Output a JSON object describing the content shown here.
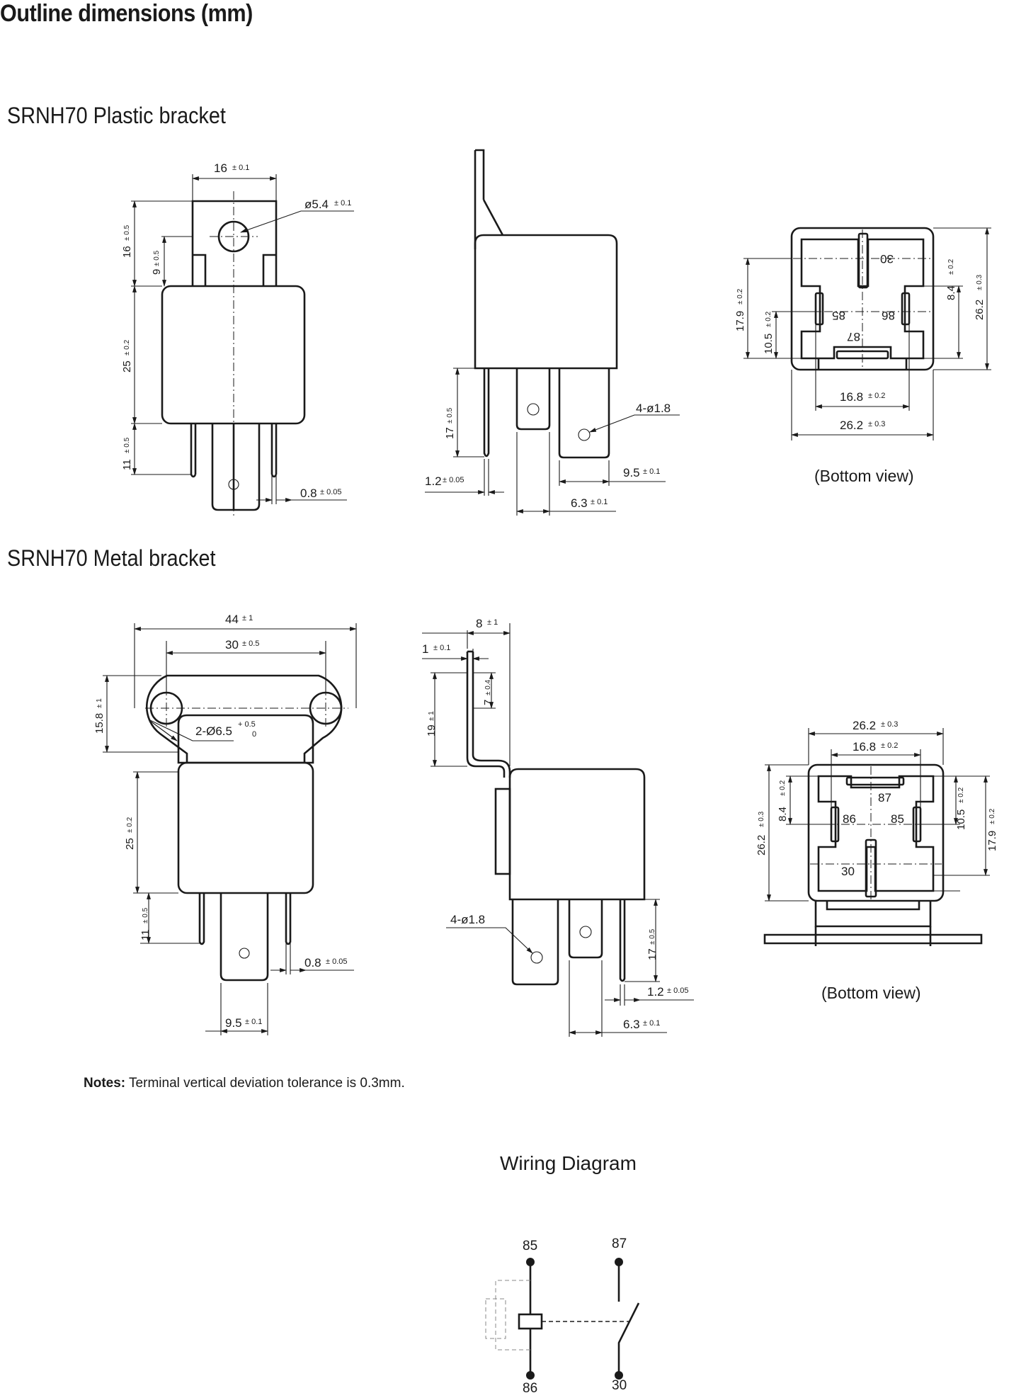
{
  "page_title": "Outline dimensions (mm)",
  "sections": {
    "plastic": {
      "title": "SRNH70 Plastic bracket",
      "dims": {
        "width_top": "16",
        "width_top_tol": "± 0.1",
        "hole_dia": "ø5.4",
        "hole_dia_tol": "± 0.1",
        "bracket_h": "16",
        "bracket_h_tol": "± 0.5",
        "hole_h": "9",
        "hole_h_tol": "± 0.5",
        "body_h": "25",
        "body_h_tol": "± 0.2",
        "pin_len": "11",
        "pin_len_tol": "± 0.5",
        "pin_thk": "0.8",
        "pin_thk_tol": "± 0.05",
        "side_pin_len": "17",
        "side_pin_len_tol": "± 0.5",
        "pin_holes": "4-ø1.8",
        "side_w": "9.5",
        "side_w_tol": "± 0.1",
        "side_thk": "1.2",
        "side_thk_tol": "± 0.05",
        "side_pitch": "6.3",
        "side_pitch_tol": "± 0.1",
        "bv_179": "17.9",
        "bv_179_tol": "± 0.2",
        "bv_105": "10.5",
        "bv_105_tol": "± 0.2",
        "bv_84": "8.4",
        "bv_84_tol": "± 0.2",
        "bv_262": "26.2",
        "bv_262_tol": "± 0.3",
        "bv_168": "16.8",
        "bv_168_tol": "± 0.2",
        "bv_262w": "26.2",
        "bv_262w_tol": "± 0.3"
      },
      "terminals": {
        "t30": "30",
        "t85": "85",
        "t86": "86",
        "t87": "87"
      },
      "bottom_view": "(Bottom view)"
    },
    "metal": {
      "title": "SRNH70 Metal bracket",
      "dims": {
        "overall_w": "44",
        "overall_w_tol": "± 1",
        "hole_pitch": "30",
        "hole_pitch_tol": "± 0.5",
        "flange_h": "15.8",
        "flange_h_tol": "± 1",
        "holes": "2-Ø6.5",
        "holes_tol_up": "+ 0.5",
        "holes_tol_low": "0",
        "body_h": "25",
        "body_h_tol": "± 0.2",
        "pin_len": "11",
        "pin_len_tol": "± 0.5",
        "pin_thk": "0.8",
        "pin_thk_tol": "± 0.05",
        "front_w": "9.5",
        "front_w_tol": "± 0.1",
        "offset": "8",
        "offset_tol": "± 1",
        "bracket_thk": "1",
        "bracket_thk_tol": "± 0.1",
        "bracket_h": "19",
        "bracket_h_tol": "± 1",
        "bracket_seg": "7",
        "bracket_seg_tol": "± 0.4",
        "pin_holes": "4-ø1.8",
        "side_pin_len": "17",
        "side_pin_len_tol": "± 0.5",
        "side_thk": "1.2",
        "side_thk_tol": "± 0.05",
        "side_pitch": "6.3",
        "side_pitch_tol": "± 0.1",
        "bv_262w": "26.2",
        "bv_262w_tol": "± 0.3",
        "bv_168": "16.8",
        "bv_168_tol": "± 0.2",
        "bv_262": "26.2",
        "bv_262_tol": "± 0.3",
        "bv_84": "8.4",
        "bv_84_tol": "± 0.2",
        "bv_105": "10.5",
        "bv_105_tol": "± 0.2",
        "bv_179": "17.9",
        "bv_179_tol": "± 0.2"
      },
      "terminals": {
        "t30": "30",
        "t85": "85",
        "t86": "86",
        "t87": "87"
      },
      "bottom_view": "(Bottom view)"
    }
  },
  "notes": {
    "label": "Notes:",
    "text": " Terminal vertical deviation tolerance is 0.3mm."
  },
  "wiring": {
    "title": "Wiring Diagram",
    "t85": "85",
    "t86": "86",
    "t87": "87",
    "t30": "30"
  }
}
